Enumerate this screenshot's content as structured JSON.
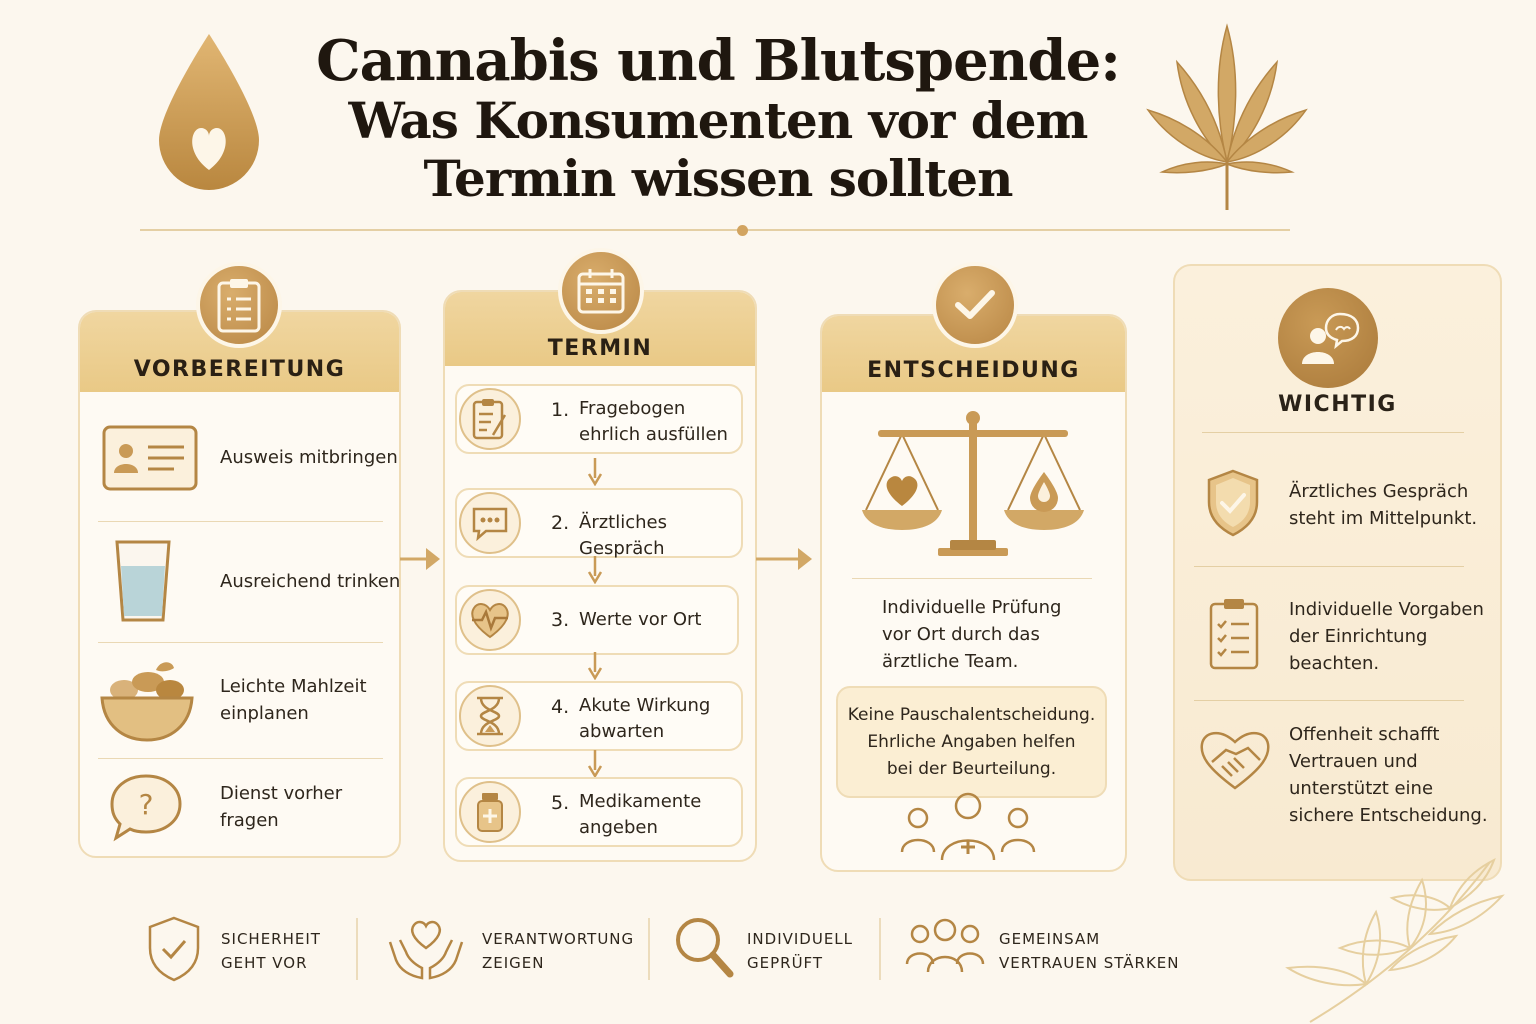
{
  "title": {
    "line1": "Cannabis und Blutspende:",
    "line2": "Was Konsumenten vor dem",
    "line3": "Termin wissen sollten"
  },
  "colors": {
    "accent": "#c99a56",
    "accent_dark": "#a9793a",
    "background": "#fcf7ee",
    "header_fill": "#ecce90"
  },
  "icons": {
    "header_left": "blood-drop-heart-icon",
    "header_right": "cannabis-leaf-icon"
  },
  "vorbereitung": {
    "heading": "VORBEREITUNG",
    "icon": "clipboard-icon",
    "items": [
      {
        "text": "Ausweis mitbringen",
        "icon": "id-card-icon"
      },
      {
        "text": "Ausreichend trinken",
        "icon": "water-glass-icon"
      },
      {
        "line1": "Leichte Mahlzeit",
        "line2": "einplanen",
        "icon": "food-bowl-icon"
      },
      {
        "line1": "Dienst vorher",
        "line2": "fragen",
        "icon": "question-bubble-icon"
      }
    ]
  },
  "termin": {
    "heading": "TERMIN",
    "icon": "calendar-icon",
    "steps": [
      {
        "num": "1.",
        "line1": "Fragebogen",
        "line2": "ehrlich ausfüllen",
        "icon": "clipboard-pen-icon"
      },
      {
        "num": "2.",
        "line1": "Ärztliches Gespräch",
        "line2": "",
        "icon": "chat-bubble-icon"
      },
      {
        "num": "3.",
        "line1": "Werte vor Ort",
        "line2": "",
        "icon": "heart-pulse-icon"
      },
      {
        "num": "4.",
        "line1": "Akute Wirkung",
        "line2": "abwarten",
        "icon": "hourglass-icon"
      },
      {
        "num": "5.",
        "line1": "Medikamente",
        "line2": "angeben",
        "icon": "medicine-bottle-icon"
      }
    ]
  },
  "entscheidung": {
    "heading": "ENTSCHEIDUNG",
    "icon": "checkmark-icon",
    "scale_icon": "balance-scale-icon",
    "text_line1": "Individuelle Prüfung",
    "text_line2": "vor Ort durch das",
    "text_line3": "ärztliche Team.",
    "note_line1": "Keine Pauschalentscheidung.",
    "note_line2": "Ehrliche Angaben helfen",
    "note_line3": "bei der Beurteilung.",
    "team_icon": "medical-team-icon"
  },
  "wichtig": {
    "heading": "WICHTIG",
    "icon": "person-speech-icon",
    "items": [
      {
        "line1": "Ärztliches Gespräch",
        "line2": "steht im Mittelpunkt.",
        "line3": "",
        "line4": "",
        "icon": "shield-check-icon"
      },
      {
        "line1": "Individuelle Vorgaben",
        "line2": "der Einrichtung",
        "line3": "beachten.",
        "line4": "",
        "icon": "checklist-icon"
      },
      {
        "line1": "Offenheit schafft",
        "line2": "Vertrauen und",
        "line3": "unterstützt eine",
        "line4": "sichere Entscheidung.",
        "icon": "heart-handshake-icon"
      }
    ]
  },
  "footer": [
    {
      "line1": "SICHERHEIT",
      "line2": "GEHT VOR",
      "icon": "shield-check-icon"
    },
    {
      "line1": "VERANTWORTUNG",
      "line2": "ZEIGEN",
      "icon": "hands-heart-icon"
    },
    {
      "line1": "INDIVIDUELL",
      "line2": "GEPRÜFT",
      "icon": "magnifier-icon"
    },
    {
      "line1": "GEMEINSAM",
      "line2": "VERTRAUEN STÄRKEN",
      "icon": "group-icon"
    }
  ]
}
